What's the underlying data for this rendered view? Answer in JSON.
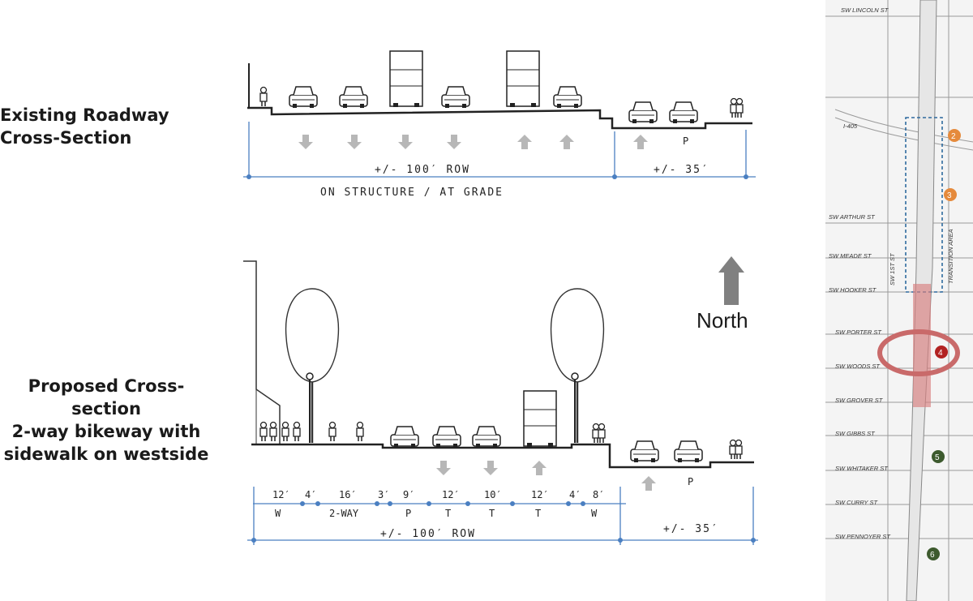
{
  "headings": {
    "existing": [
      "Existing Roadway",
      "Cross-Section"
    ],
    "proposed": [
      "Proposed Cross-section",
      "2-way bikeway with",
      "sidewalk on westside"
    ]
  },
  "north": {
    "label": "North",
    "icon": "north-arrow-icon"
  },
  "existing_section": {
    "row_label": "+/- 100′ ROW",
    "side_label": "+/- 35′",
    "structure_label": "ON STRUCTURE / AT GRADE",
    "parking_label": "P",
    "lane_arrows": [
      "down",
      "down",
      "down",
      "down",
      "up",
      "up",
      "up"
    ]
  },
  "proposed_section": {
    "widths": [
      "12′",
      "4′",
      "16′",
      "3′",
      "9′",
      "12′",
      "10′",
      "12′",
      "4′",
      "8′"
    ],
    "codes": [
      "W",
      "2-WAY",
      "P",
      "T",
      "T",
      "T",
      "W"
    ],
    "row_label": "+/- 100′ ROW",
    "side_label": "+/- 35′",
    "parking_label": "P",
    "lane_arrows": [
      "down",
      "down",
      "up",
      "up"
    ]
  },
  "map": {
    "streets": [
      "SW LINCOLN ST",
      "I-405",
      "SW ARTHUR ST",
      "SW MEADE ST",
      "SW 1ST ST",
      "SW HOOKER ST",
      "SW PORTER ST",
      "SW WOODS ST",
      "SW GROVER ST",
      "SW GIBBS ST",
      "SW WHITAKER ST",
      "SW CURRY ST",
      "SW PENNOYER ST"
    ],
    "transition_label": "TRANSITION AREA",
    "markers": [
      {
        "id": "2",
        "color": "#e58a3c"
      },
      {
        "id": "3",
        "color": "#e58a3c"
      },
      {
        "id": "4",
        "color": "#b22222"
      },
      {
        "id": "5",
        "color": "#3d5a2e"
      },
      {
        "id": "6",
        "color": "#3d5a2e"
      }
    ],
    "highlight_color": "#d98080"
  }
}
